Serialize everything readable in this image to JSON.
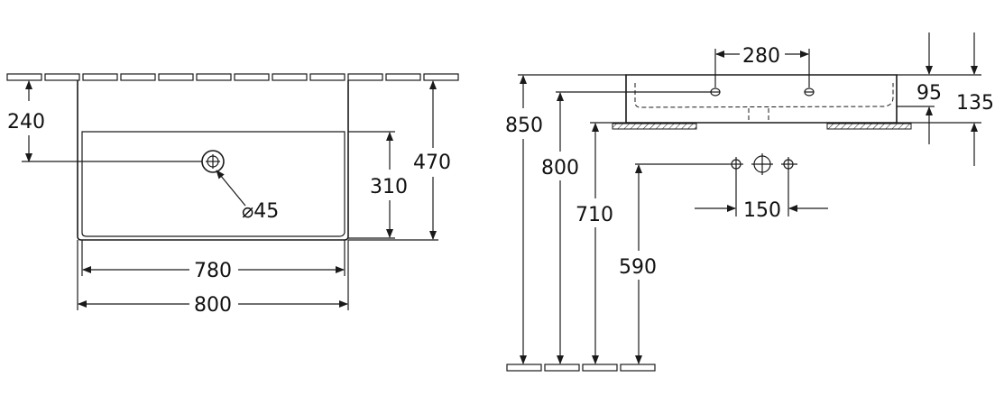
{
  "drawing": {
    "plan_view": {
      "dim_tap_from_wall": "240",
      "dim_tap_hole": "⌀45",
      "dim_bowl_depth": "310",
      "dim_total_depth": "470",
      "dim_bowl_width": "780",
      "dim_total_width": "800"
    },
    "side_view": {
      "dim_hole_spacing": "280",
      "dim_bowl_height": "95",
      "dim_total_height": "135",
      "dim_rim_height": "850",
      "dim_hole_height": "800",
      "dim_bowl_bottom_height": "710",
      "dim_supply_height": "590",
      "dim_supply_spacing": "150"
    }
  }
}
